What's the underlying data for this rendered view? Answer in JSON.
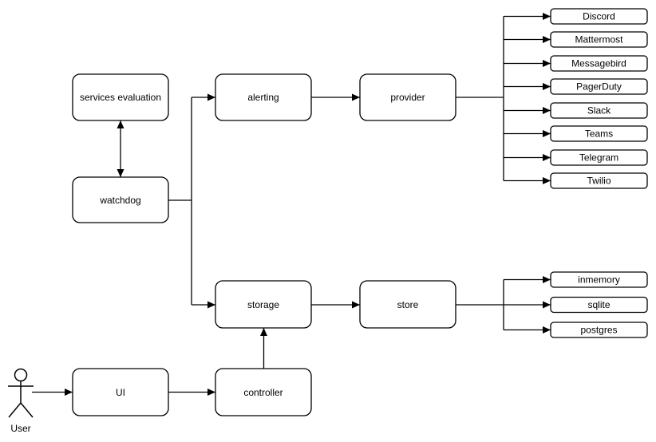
{
  "diagram": {
    "colors": {
      "background": "#ffffff",
      "node_fill": "#ffffff",
      "stroke": "#000000",
      "text": "#000000"
    },
    "actor": {
      "label": "User"
    },
    "nodes": {
      "services_evaluation": "services evaluation",
      "watchdog": "watchdog",
      "alerting": "alerting",
      "provider": "provider",
      "storage": "storage",
      "store": "store",
      "ui": "UI",
      "controller": "controller"
    },
    "providers": [
      "Discord",
      "Mattermost",
      "Messagebird",
      "PagerDuty",
      "Slack",
      "Teams",
      "Telegram",
      "Twilio"
    ],
    "stores": [
      "inmemory",
      "sqlite",
      "postgres"
    ],
    "edges": [
      {
        "from": "watchdog",
        "to": "services_evaluation",
        "type": "bidirectional"
      },
      {
        "from": "watchdog",
        "to": "alerting",
        "type": "arrow"
      },
      {
        "from": "watchdog",
        "to": "storage",
        "type": "arrow"
      },
      {
        "from": "alerting",
        "to": "provider",
        "type": "arrow"
      },
      {
        "from": "provider",
        "to": "Discord,Mattermost,Messagebird,PagerDuty,Slack,Teams,Telegram,Twilio",
        "type": "fanout-arrows"
      },
      {
        "from": "storage",
        "to": "store",
        "type": "arrow"
      },
      {
        "from": "store",
        "to": "inmemory,sqlite,postgres",
        "type": "fanout-arrows"
      },
      {
        "from": "User",
        "to": "ui",
        "type": "arrow"
      },
      {
        "from": "ui",
        "to": "controller",
        "type": "arrow"
      },
      {
        "from": "controller",
        "to": "storage",
        "type": "arrow"
      }
    ]
  }
}
